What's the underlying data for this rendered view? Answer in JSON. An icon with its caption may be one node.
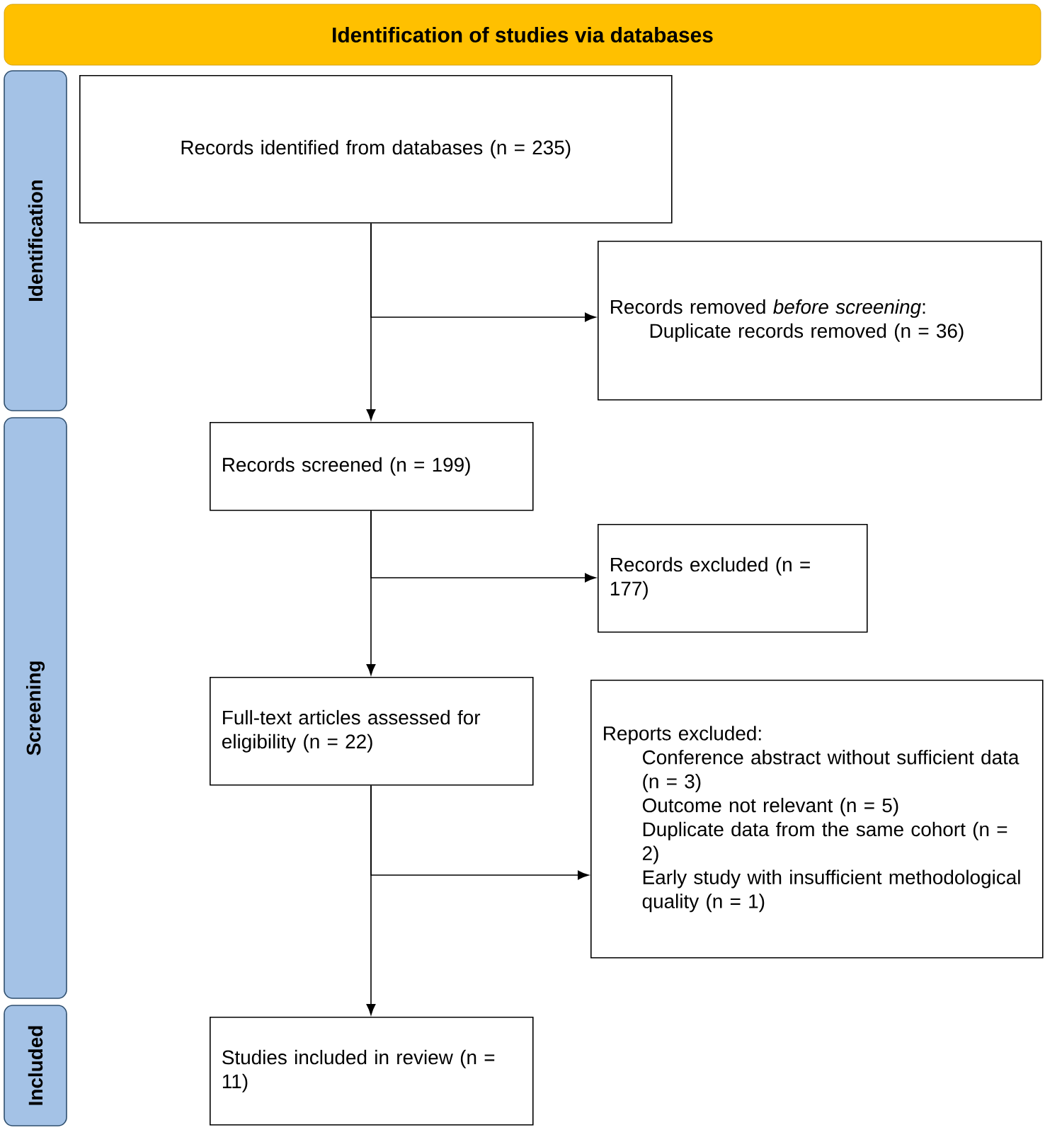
{
  "diagram": {
    "nodes": [
      {
        "text": [
          "Identification of studies via databases"
        ]
      },
      {
        "text": [
          "Identification"
        ]
      },
      {
        "text": [
          "Screening"
        ]
      },
      {
        "text": [
          "Included"
        ]
      },
      {
        "text": [
          "Records identified from databases (n = 235)"
        ]
      },
      {
        "text": [
          "Records removed *before screening*:",
          "Duplicate records removed (n = 36)"
        ]
      },
      {
        "text": [
          "Records screened (n = 199)"
        ]
      },
      {
        "text": [
          "Records excluded (n = 177)"
        ]
      },
      {
        "text": [
          "Full-text articles assessed for eligibility (n = 22)"
        ]
      },
      {
        "text": [
          "Reports excluded:",
          "Conference abstract without sufficient data (n = 3)",
          "Outcome not relevant (n = 5)",
          "Duplicate data from the same cohort (n = 2)",
          "Early study with insufficient methodological quality (n = 1)"
        ]
      },
      {
        "text": [
          "Studies included in review (n = 11)"
        ]
      }
    ],
    "edges": [
      {
        "from": 4,
        "to": 6,
        "arrow": "to"
      },
      {
        "from": 4,
        "to": 5,
        "arrow": "to"
      },
      {
        "from": 6,
        "to": 8,
        "arrow": "to"
      },
      {
        "from": 6,
        "to": 7,
        "arrow": "to"
      },
      {
        "from": 8,
        "to": 10,
        "arrow": "to"
      },
      {
        "from": 8,
        "to": 9,
        "arrow": "to"
      }
    ]
  }
}
